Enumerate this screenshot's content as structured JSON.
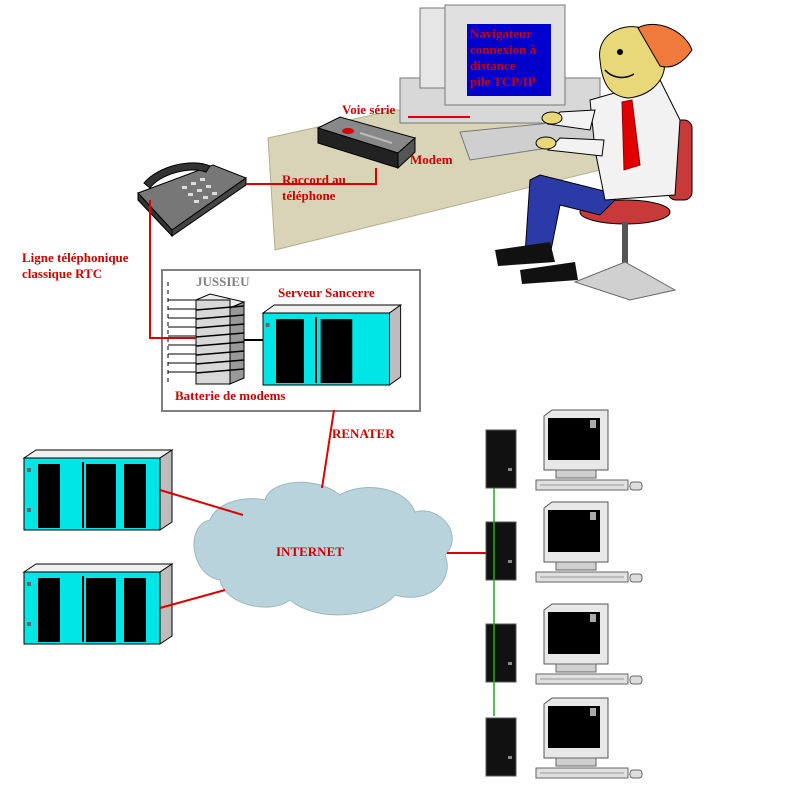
{
  "labels": {
    "navigator": [
      "Navigateur",
      "connexion à",
      "distance",
      "pile TCP/IP"
    ],
    "voie_serie": "Voie série",
    "modem": "Modem",
    "raccord": [
      "Raccord au",
      "téléphone"
    ],
    "ligne": [
      "Ligne téléphonique",
      "classique RTC"
    ],
    "jussieu": "JUSSIEU",
    "serveur": "Serveur Sancerre",
    "batterie": "Batterie de modems",
    "renater": "RENATER",
    "internet": "INTERNET"
  },
  "colors": {
    "label_red": "#cc0000",
    "link_red": "#dd0000",
    "link_green": "#22aa22",
    "cyan": "#00e5e5",
    "cloud": "#b9d3dc",
    "desk": "#d9d4b8",
    "screen_blue": "#0000cc",
    "jussieu_grey": "#808080"
  },
  "icons": {
    "phone": "telephone-icon",
    "modem": "modem-icon",
    "user": "user-at-computer-icon",
    "server": "mainframe-server-icon",
    "rack": "modem-rack-icon",
    "workstation": "workstation-icon",
    "cloud": "internet-cloud-icon"
  }
}
